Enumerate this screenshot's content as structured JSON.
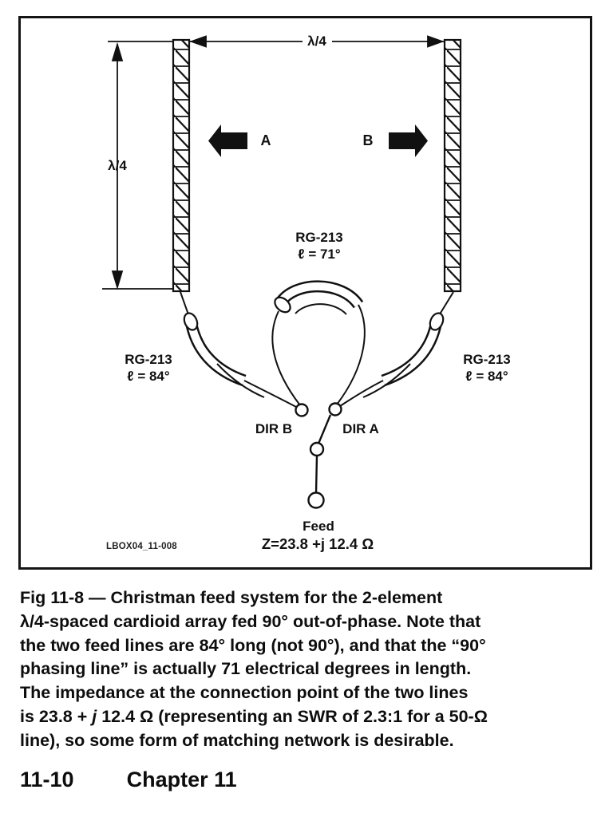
{
  "figure": {
    "id_text": "LBOX04_11-008",
    "labels": {
      "spacing_top": "λ/4",
      "height_left": "λ/4",
      "arrow_a": "A",
      "arrow_b": "B",
      "phasing_line": {
        "name": "RG-213",
        "length": "ℓ = 71°"
      },
      "feedline_left": {
        "name": "RG-213",
        "length": "ℓ = 84°"
      },
      "feedline_right": {
        "name": "RG-213",
        "length": "ℓ = 84°"
      },
      "dir_b": "DIR B",
      "dir_a": "DIR A",
      "feed": "Feed",
      "feed_impedance": "Z=23.8 +j 12.4 Ω"
    },
    "colors": {
      "ink": "#111111",
      "paper": "#ffffff"
    }
  },
  "caption": {
    "lines": [
      [
        "Fig 11-8 — Christman feed system for the 2-element"
      ],
      [
        "λ/4-spaced cardioid array fed 90° out-of-phase. Note that"
      ],
      [
        "the two feed lines are 84° long (not 90°), and that the “90°"
      ],
      [
        "phasing line” is actually 71 electrical degrees in length."
      ],
      [
        "The impedance at the connection point of the two lines"
      ],
      [
        "is 23.8 + ",
        {
          "t": "j",
          "i": true
        },
        " 12.4 Ω (representing an SWR of 2.3:1 for a 50-Ω"
      ],
      [
        "line), so some form of matching network is desirable."
      ]
    ]
  },
  "footer": {
    "page_number": "11-10",
    "chapter": "Chapter 11"
  }
}
